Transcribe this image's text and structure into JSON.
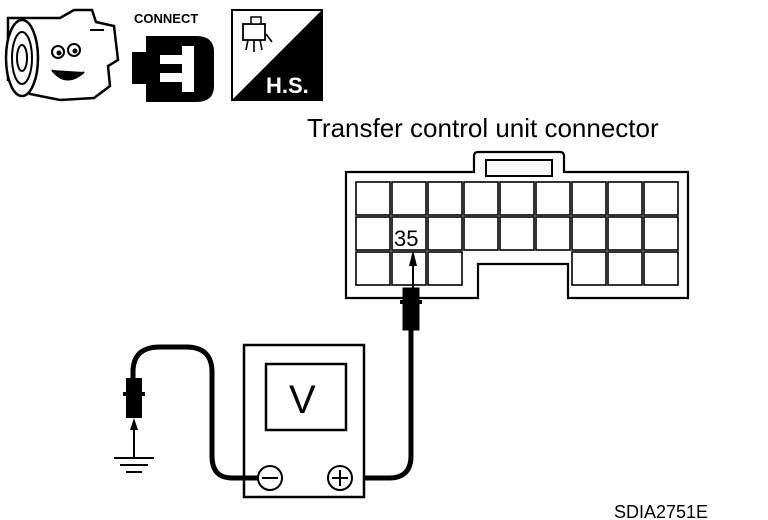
{
  "icons": {
    "engine_icon": "engine-icon",
    "connect_label": "CONNECT",
    "connect_icon": "connector-icon",
    "hs_label": "H.S.",
    "hs_icon": "harness-connector-icon"
  },
  "diagram": {
    "connector_title": "Transfer control unit connector",
    "pin_label": "35",
    "meter_label": "V",
    "negative_symbol": "⊖",
    "positive_symbol": "⊕",
    "figure_code": "SDIA2751E"
  }
}
